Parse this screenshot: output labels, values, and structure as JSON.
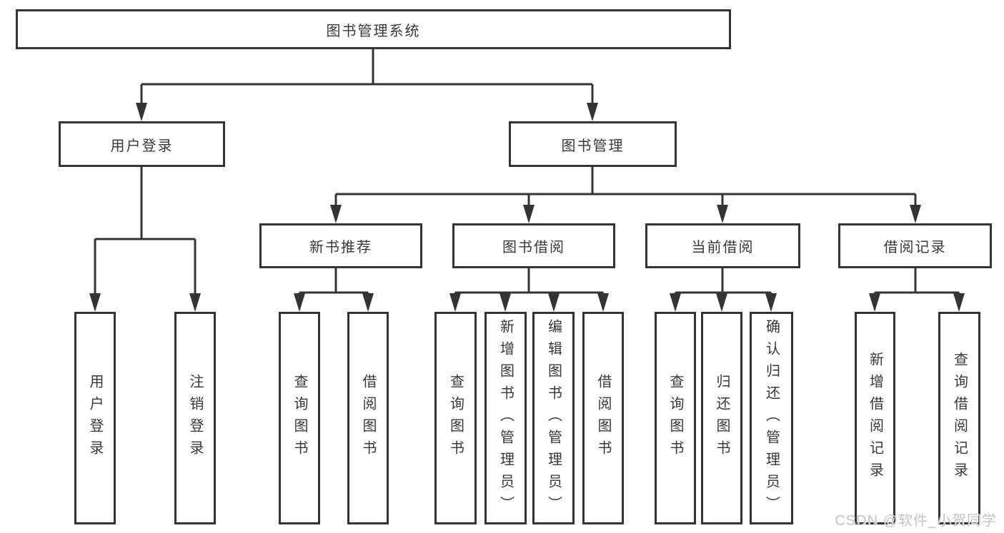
{
  "tree": {
    "label": "图书管理系统",
    "children": [
      {
        "label": "用户登录",
        "children": [
          {
            "label": "用户登录"
          },
          {
            "label": "注销登录"
          }
        ]
      },
      {
        "label": "图书管理",
        "children": [
          {
            "label": "新书推荐",
            "children": [
              {
                "label": "查询图书"
              },
              {
                "label": "借阅图书"
              }
            ]
          },
          {
            "label": "图书借阅",
            "children": [
              {
                "label": "查询图书"
              },
              {
                "label": "新增图书（管理员）"
              },
              {
                "label": "编辑图书（管理员）"
              },
              {
                "label": "借阅图书"
              }
            ]
          },
          {
            "label": "当前借阅",
            "children": [
              {
                "label": "查询图书"
              },
              {
                "label": "归还图书"
              },
              {
                "label": "确认归还（管理员）"
              }
            ]
          },
          {
            "label": "借阅记录",
            "children": [
              {
                "label": "新增借阅记录"
              },
              {
                "label": "查询借阅记录"
              }
            ]
          }
        ]
      }
    ]
  },
  "watermark": "CSDN @软件_小贺同学",
  "colors": {
    "line": "#343434",
    "box_border": "#343434",
    "text": "#383838",
    "background": "#ffffff",
    "watermark": "#c3c3c3"
  }
}
